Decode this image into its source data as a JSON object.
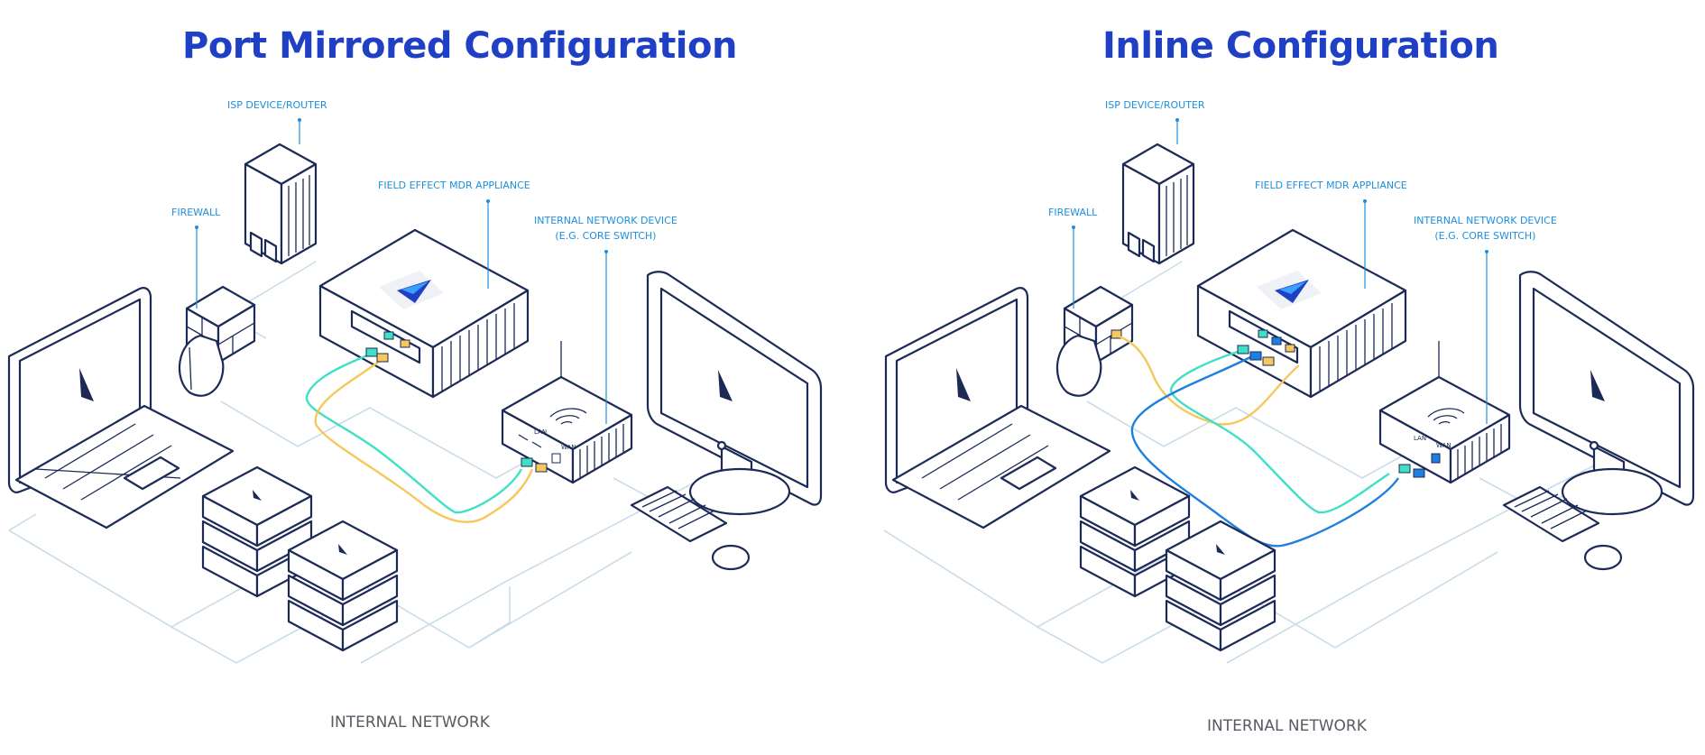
{
  "colors": {
    "title": "#1f3fc4",
    "callout": "#1e8fdc",
    "outline": "#1c2a57",
    "network_line": "#c9dce8",
    "cable_green": "#3fe0c5",
    "cable_yellow": "#f6c75a",
    "cable_blue": "#1f7fe0"
  },
  "left": {
    "title": "Port Mirrored Configuration",
    "labels": {
      "isp": "ISP DEVICE/ROUTER",
      "firewall": "FIREWALL",
      "appliance": "FIELD EFFECT MDR APPLIANCE",
      "network_device_line1": "INTERNAL NETWORK DEVICE",
      "network_device_line2": "(E.G. CORE SWITCH)",
      "port_lan": "LAN",
      "port_wan": "WAN"
    },
    "footer": "INTERNAL NETWORK"
  },
  "right": {
    "title": "Inline Configuration",
    "labels": {
      "isp": "ISP DEVICE/ROUTER",
      "firewall": "FIREWALL",
      "appliance": "FIELD EFFECT MDR APPLIANCE",
      "network_device_line1": "INTERNAL NETWORK DEVICE",
      "network_device_line2": "(E.G. CORE SWITCH)",
      "port_lan": "LAN",
      "port_wan": "WAN"
    },
    "footer": "INTERNAL NETWORK"
  }
}
